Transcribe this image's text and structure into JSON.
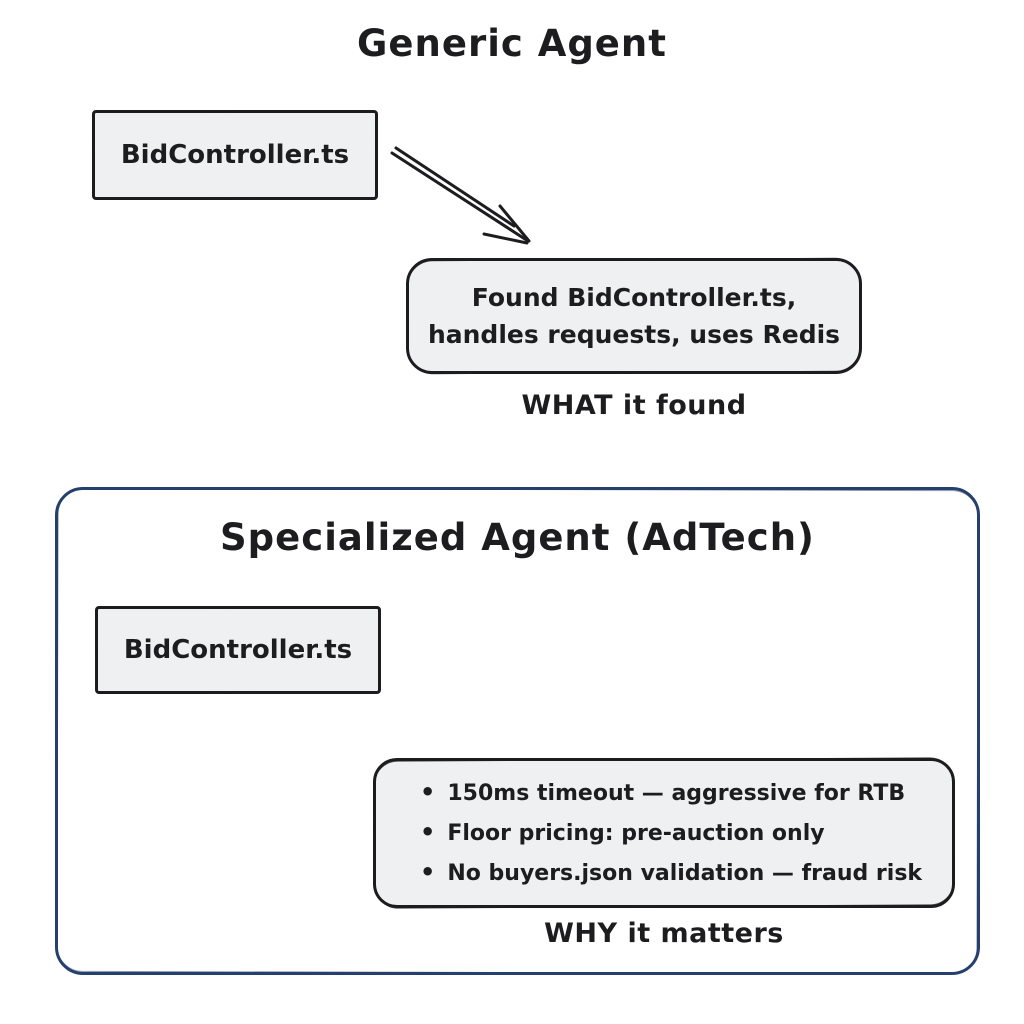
{
  "generic": {
    "title": "Generic Agent",
    "file_box": "BidController.ts",
    "result_line1": "Found BidController.ts,",
    "result_line2": "handles requests, uses Redis",
    "caption": "WHAT it found"
  },
  "specialized": {
    "title": "Specialized Agent (AdTech)",
    "file_box": "BidController.ts",
    "bullet_glyph": "•",
    "bullets": [
      "150ms timeout — aggressive for RTB",
      "Floor pricing: pre-auction only",
      "No buyers.json validation — fraud risk"
    ],
    "caption": "WHY it matters"
  },
  "colors": {
    "stroke": "#1d1d1f",
    "box_fill": "#eef0f2",
    "container_border": "#26406d"
  }
}
